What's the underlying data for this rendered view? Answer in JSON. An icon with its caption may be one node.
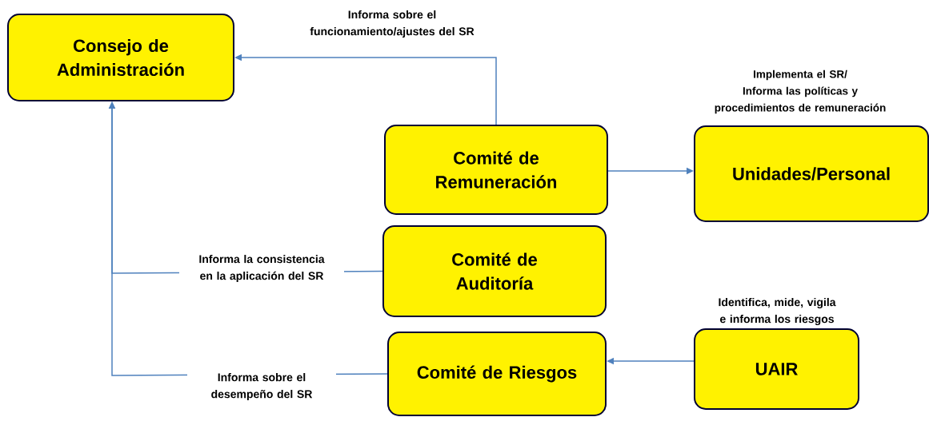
{
  "diagram": {
    "nodes": [
      {
        "text": [
          "Consejo de Administración"
        ]
      },
      {
        "text": [
          "Comité de Remuneración"
        ]
      },
      {
        "text": [
          "Unidades/Personal"
        ]
      },
      {
        "text": [
          "Comité de Auditoría"
        ]
      },
      {
        "text": [
          "Comité de Riesgos"
        ]
      },
      {
        "text": [
          "UAIR"
        ]
      }
    ],
    "edges": [
      {
        "from": 1,
        "to": 0,
        "arrow": "to",
        "label": "Informa sobre el funcionamiento/ajustes del SR"
      },
      {
        "from": 1,
        "to": 2,
        "arrow": "to"
      },
      {
        "from": 3,
        "to": 0,
        "arrow": "to",
        "label": "Informa la consistencia en la aplicación del SR"
      },
      {
        "from": 4,
        "to": 0,
        "arrow": "to",
        "label": "Informa sobre el desempeño del SR"
      },
      {
        "from": 5,
        "to": 4,
        "arrow": "to",
        "label": "Identifica, mide, vigila e informa los riesgos"
      }
    ],
    "labels": [
      "Implementa el SR/ Informa las políticas y procedimientos de remuneración"
    ]
  }
}
